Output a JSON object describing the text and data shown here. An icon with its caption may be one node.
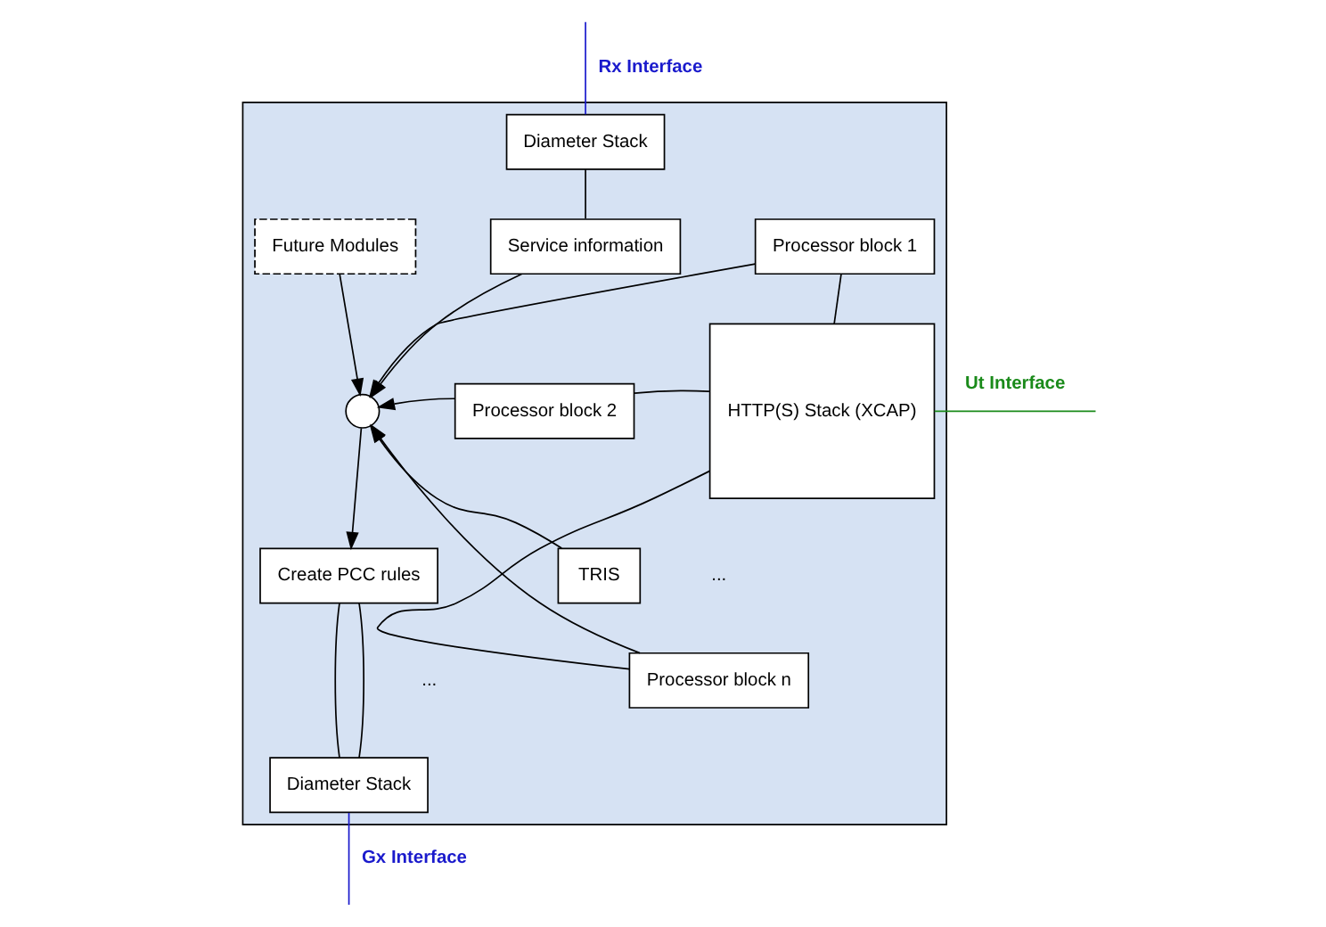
{
  "diagram": {
    "nodes": [
      {
        "text": [],
        "shape": "box"
      },
      {
        "text": [
          "Diameter Stack"
        ],
        "in": 0
      },
      {
        "text": [
          "Service information"
        ],
        "in": 0
      },
      {
        "text": [
          "Future Modules"
        ],
        "in": 0
      },
      {
        "text": [
          "Processor block 1"
        ],
        "in": 0
      },
      {
        "text": [
          "Processor block 2"
        ],
        "in": 0
      },
      {
        "text": [
          "Processor block n"
        ],
        "in": 0
      },
      {
        "text": [
          "HTTP(S) Stack (XCAP)"
        ],
        "in": 0
      },
      {
        "text": [],
        "shape": "circle",
        "in": 0
      },
      {
        "text": [
          "TRIS"
        ],
        "in": 0
      },
      {
        "text": [
          "Create PCC rules"
        ],
        "in": 0
      },
      {
        "text": [
          "Diameter Stack"
        ],
        "in": 0
      }
    ],
    "edges": [
      {
        "from": null,
        "to": 1,
        "arrow": "none",
        "label": "Rx Interface",
        "color": "#1a1acc"
      },
      {
        "from": 1,
        "to": 2,
        "arrow": "none"
      },
      {
        "from": 3,
        "to": 8,
        "arrow": "to"
      },
      {
        "from": 2,
        "to": 8,
        "arrow": "to"
      },
      {
        "from": 4,
        "to": 8,
        "arrow": "to"
      },
      {
        "from": 5,
        "to": 8,
        "arrow": "to"
      },
      {
        "from": 6,
        "to": 8,
        "arrow": "to"
      },
      {
        "from": 9,
        "to": 8,
        "arrow": "to"
      },
      {
        "from": 8,
        "to": 10,
        "arrow": "to"
      },
      {
        "from": 4,
        "to": 7,
        "arrow": "none"
      },
      {
        "from": 5,
        "to": 7,
        "arrow": "none"
      },
      {
        "from": 6,
        "to": 7,
        "arrow": "none"
      },
      {
        "from": 10,
        "to": 11,
        "arrow": "none"
      },
      {
        "from": 10,
        "to": 11,
        "arrow": "none"
      },
      {
        "from": 11,
        "to": null,
        "arrow": "none",
        "label": "Gx Interface",
        "color": "#1a1acc"
      },
      {
        "from": 7,
        "to": null,
        "arrow": "none",
        "label": "Ut Interface",
        "color": "#1a8a1a"
      }
    ],
    "labels": [
      "...",
      "..."
    ]
  }
}
